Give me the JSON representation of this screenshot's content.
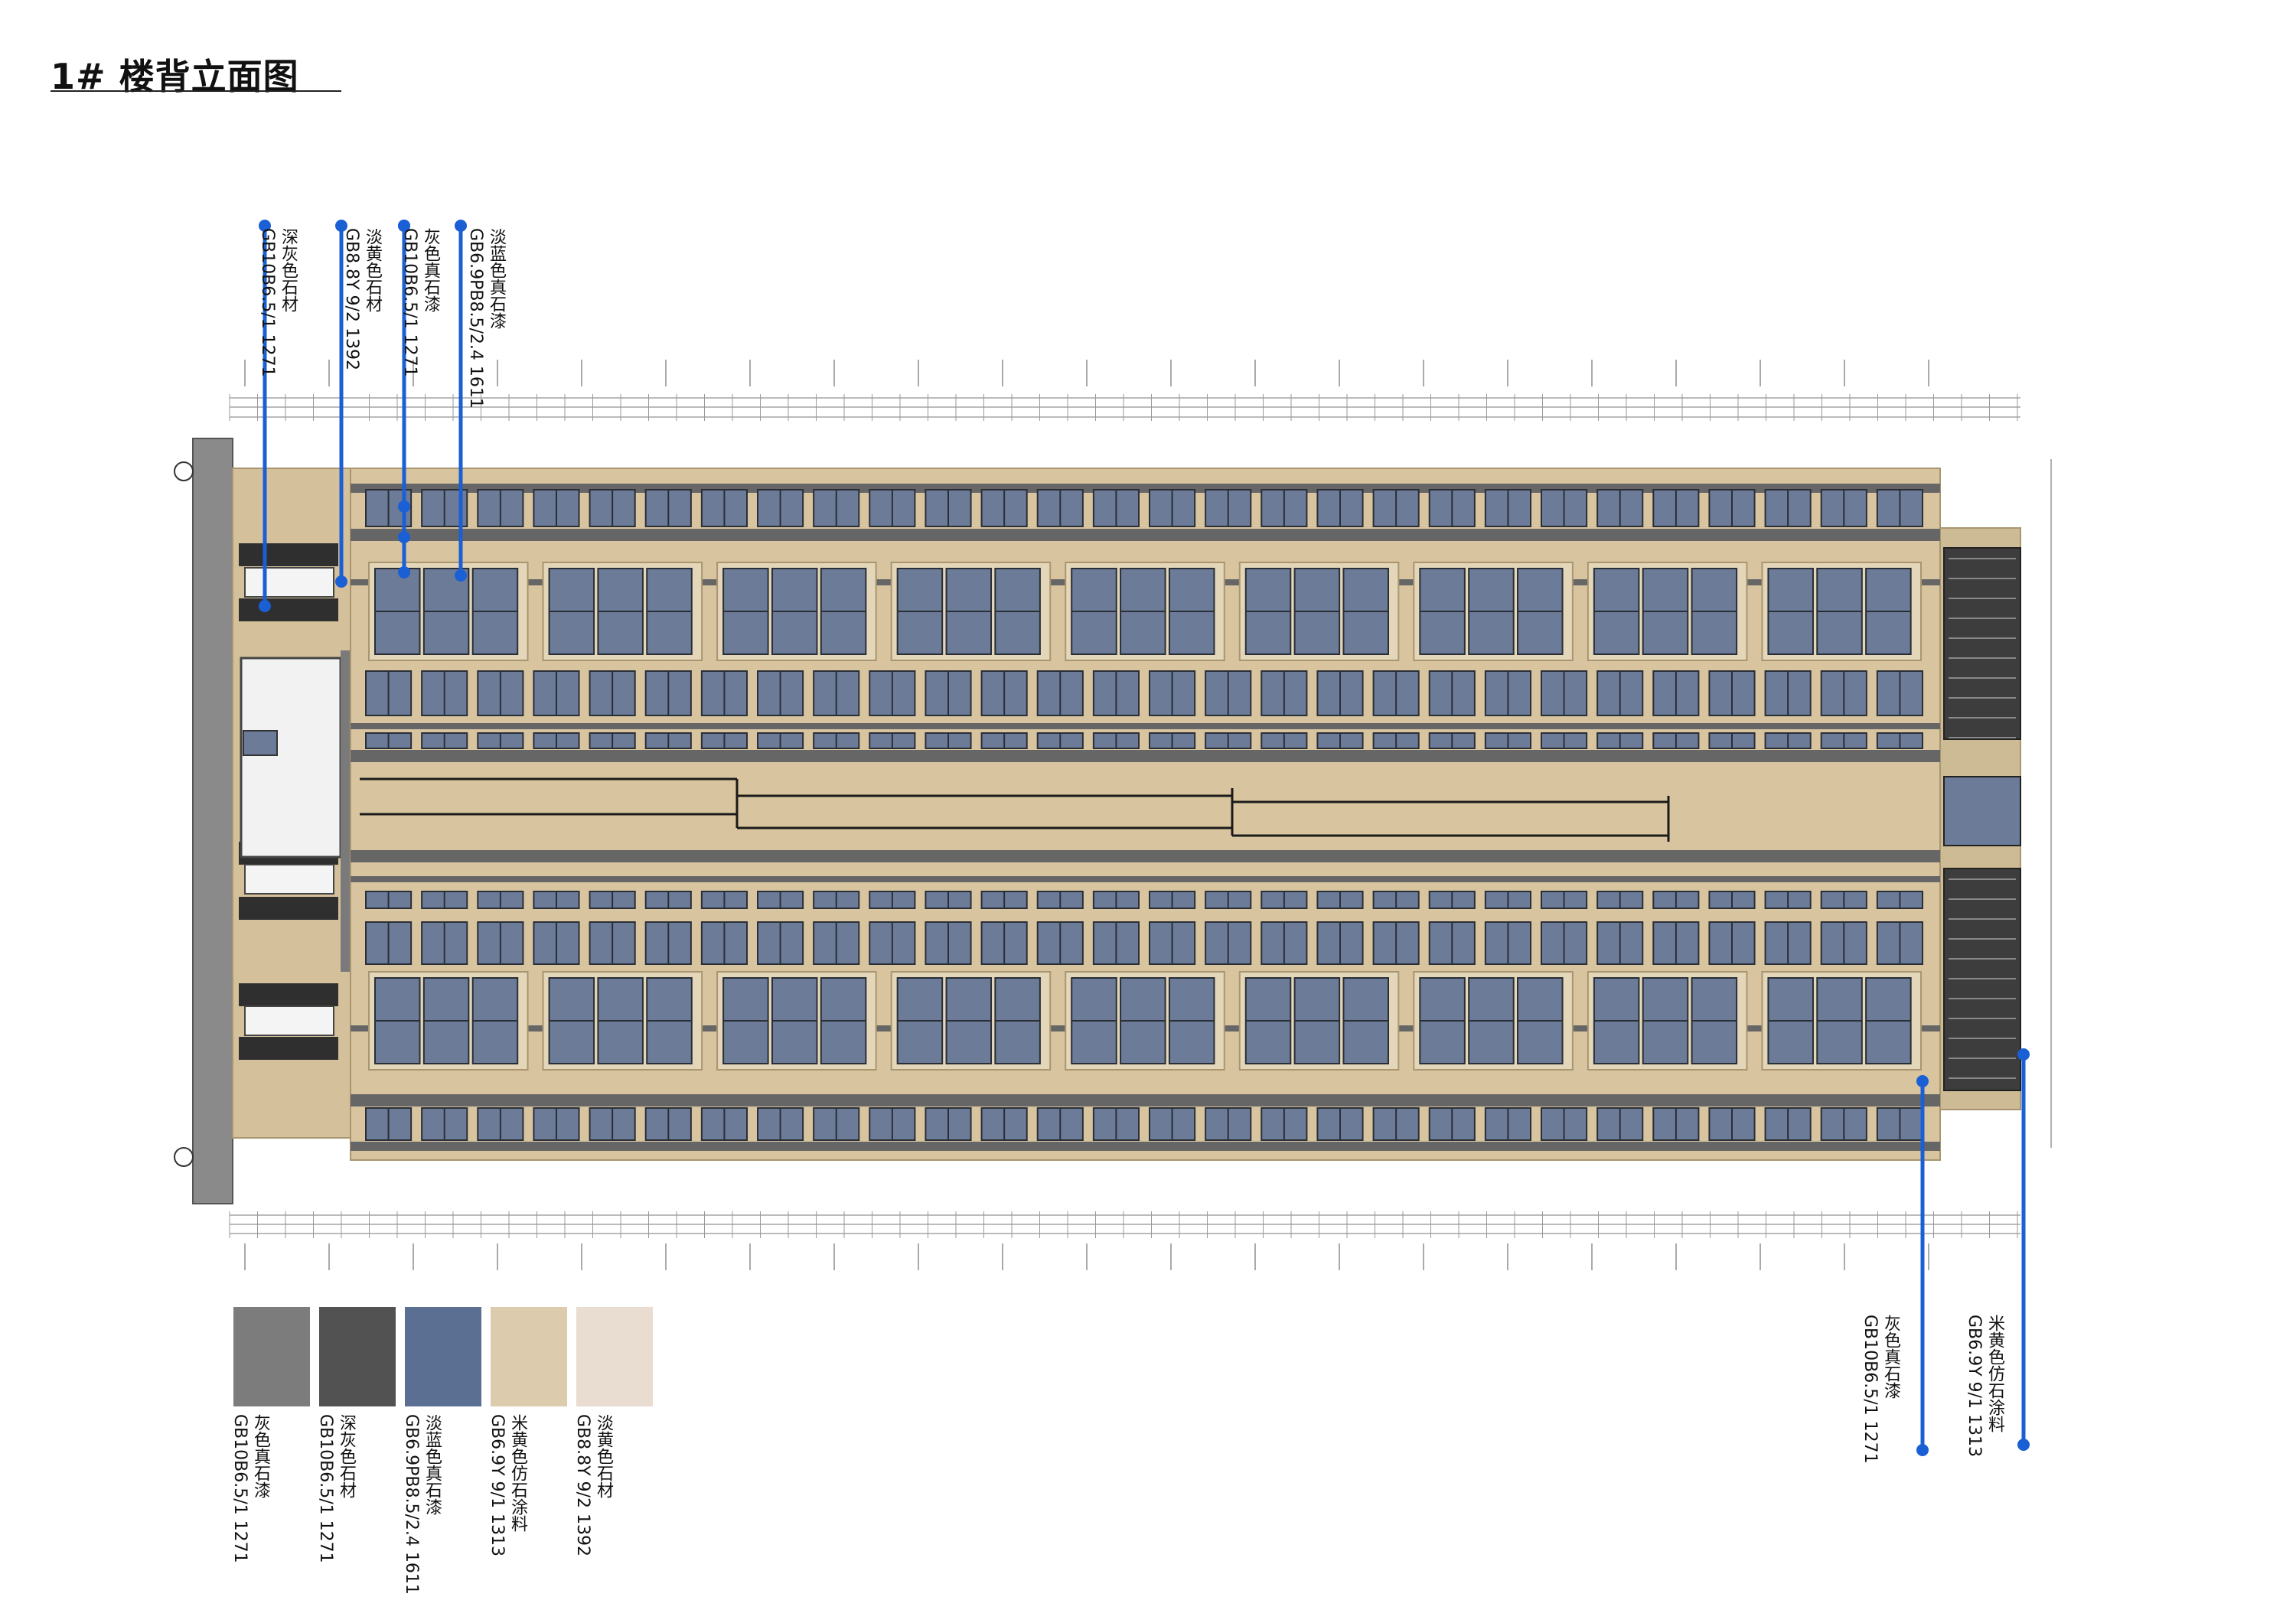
{
  "title": "1# 楼背立面图",
  "colors": {
    "beige": "#d8c5a0",
    "beige_edge": "#a99670",
    "gray": "#7c7c7c",
    "dark_gray": "#4e4e4e",
    "band": "#666666",
    "glass": "#6c7c98",
    "window_frame": "#2a2e36",
    "blue_marker": "#1a5fd4",
    "light_beige": "#e8ddd0"
  },
  "callouts_top": [
    {
      "name": "深灰色石材",
      "code": "GB10B6.5/1 1271"
    },
    {
      "name": "淡黄色石材",
      "code": "GB8.8Y 9/2 1392"
    },
    {
      "name": "灰色真石漆",
      "code": "GB10B6.5/1 1271"
    },
    {
      "name": "淡蓝色真石漆",
      "code": "GB6.9PB8.5/2.4 1611"
    }
  ],
  "callouts_bottom": [
    {
      "name": "灰色真石漆",
      "code": "GB10B6.5/1 1271"
    },
    {
      "name": "米黄色仿石涂料",
      "code": "GB6.9Y 9/1 1313"
    }
  ],
  "legend": [
    {
      "name": "灰色真石漆",
      "code": "GB10B6.5/1 1271",
      "color": "#7c7c7c"
    },
    {
      "name": "深灰色石材",
      "code": "GB10B6.5/1 1271",
      "color": "#525252"
    },
    {
      "name": "淡蓝色真石漆",
      "code": "GB6.9PB8.5/2.4 1611",
      "color": "#5b6f92"
    },
    {
      "name": "米黄色仿石涂料",
      "code": "GB6.9Y 9/1 1313",
      "color": "#dccbad"
    },
    {
      "name": "淡黄色石材",
      "code": "GB8.8Y 9/2 1392",
      "color": "#e8ddd0"
    }
  ]
}
